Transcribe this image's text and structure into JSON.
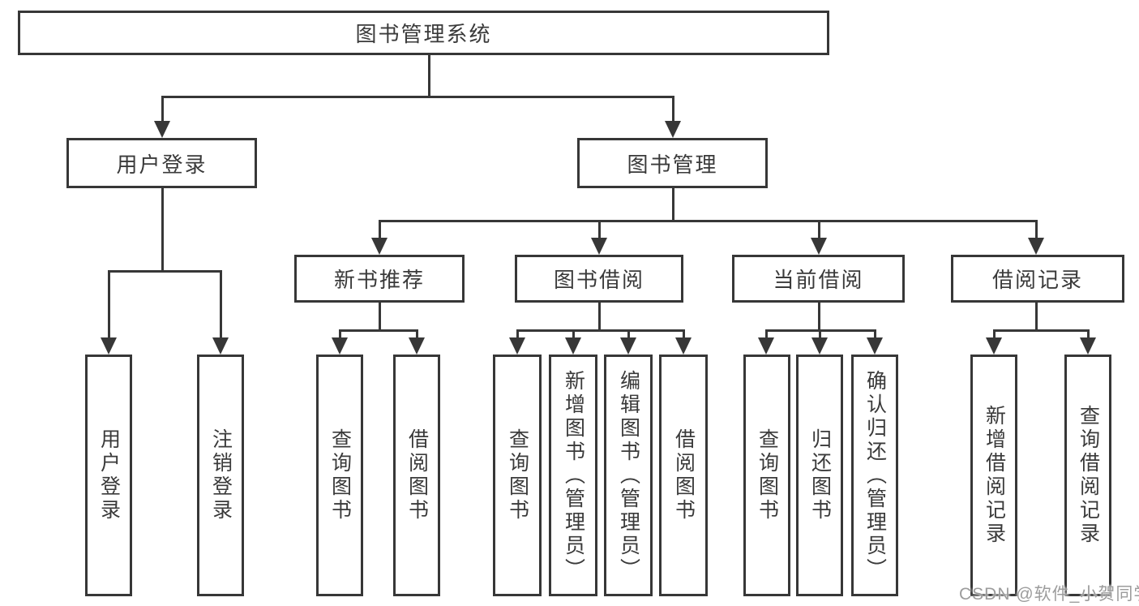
{
  "colors": {
    "line": "#373737",
    "text": "#3a3a3a",
    "box_background": "#ffffff",
    "watermark": "#9c9c9c"
  },
  "diagram": {
    "root": {
      "label": "图书管理系统"
    },
    "level2": [
      {
        "label": "用户登录"
      },
      {
        "label": "图书管理"
      }
    ],
    "level3": [
      {
        "label": "新书推荐"
      },
      {
        "label": "图书借阅"
      },
      {
        "label": "当前借阅"
      },
      {
        "label": "借阅记录"
      }
    ],
    "leaves": {
      "user_login": [
        "用户登录",
        "注销登录"
      ],
      "new_books": [
        "查询图书",
        "借阅图书"
      ],
      "book_borrow": [
        "查询图书",
        "新增图书（管理员）",
        "编辑图书（管理员）",
        "借阅图书"
      ],
      "current_borrow": [
        "查询图书",
        "归还图书",
        "确认归还（管理员）"
      ],
      "borrow_records": [
        "新增借阅记录",
        "查询借阅记录"
      ]
    }
  },
  "watermark": {
    "text": "CSDN @软件_小贺同学"
  }
}
